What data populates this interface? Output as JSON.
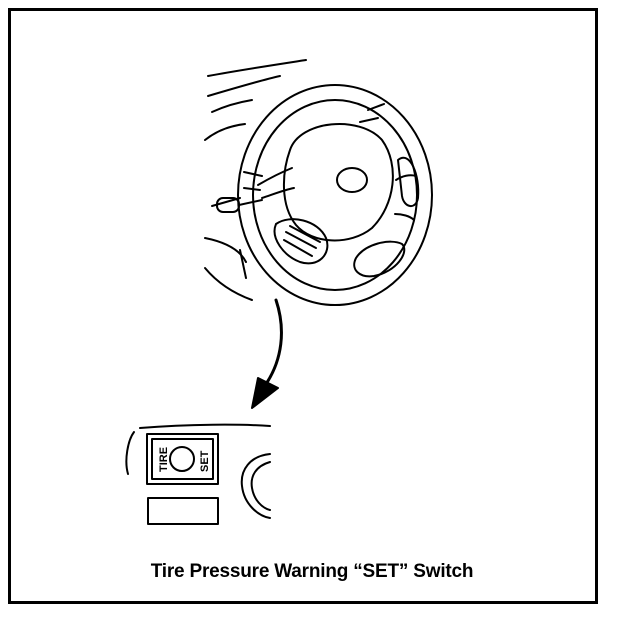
{
  "caption": "Tire Pressure Warning “SET” Switch",
  "switch": {
    "left_label": "TIRE",
    "right_label": "SET"
  },
  "colors": {
    "ink": "#000000",
    "paper": "#ffffff"
  },
  "icons": [
    "steering-wheel-illustration",
    "curved-arrow-icon",
    "push-button-icon"
  ]
}
